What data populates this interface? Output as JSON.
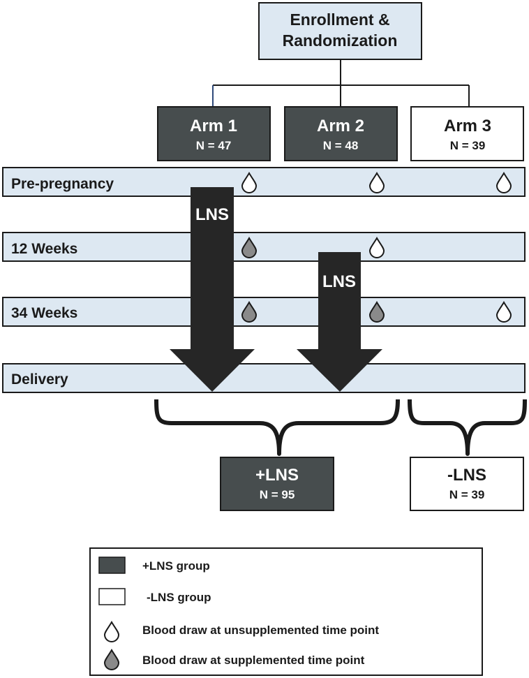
{
  "enrollment": {
    "line1": "Enrollment &",
    "line2": "Randomization"
  },
  "arms": [
    {
      "name": "Arm 1",
      "n": "N = 47",
      "group": "plus"
    },
    {
      "name": "Arm 2",
      "n": "N = 48",
      "group": "plus"
    },
    {
      "name": "Arm 3",
      "n": "N = 39",
      "group": "minus"
    }
  ],
  "timepoints": [
    {
      "label": "Pre-pregnancy",
      "drops": [
        "unsupplemented",
        "unsupplemented",
        "unsupplemented"
      ]
    },
    {
      "label": "12 Weeks",
      "drops": [
        "supplemented",
        "unsupplemented",
        null
      ]
    },
    {
      "label": "34 Weeks",
      "drops": [
        "supplemented",
        "supplemented",
        "unsupplemented"
      ]
    },
    {
      "label": "Delivery",
      "drops": [
        null,
        null,
        null
      ]
    }
  ],
  "arrows": [
    {
      "label": "LNS"
    },
    {
      "label": "LNS"
    }
  ],
  "outcomes": [
    {
      "name": "+LNS",
      "n": "N = 95",
      "group": "plus"
    },
    {
      "name": "-LNS",
      "n": "N = 39",
      "group": "minus"
    }
  ],
  "legend": {
    "plus_group": "+LNS group",
    "minus_group": "-LNS group",
    "unsupplemented": "Blood draw at unsupplemented time point",
    "supplemented": "Blood draw at supplemented time point"
  },
  "colors": {
    "dark_box": "#474d4e",
    "band_fill": "#dde8f2",
    "arrow": "#262626",
    "supplemented_drop": "#8a8a8a",
    "stroke": "#1a1a1a"
  }
}
